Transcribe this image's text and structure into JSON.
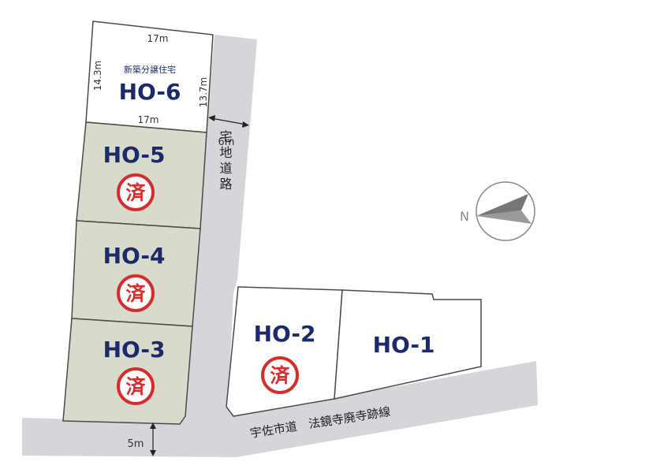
{
  "colors": {
    "road": "#d5d6da",
    "lot_sold_fill": "#d8dacb",
    "lot_available_fill": "#ffffff",
    "lot_border": "#4a4a4a",
    "label": "#1c2a6b",
    "sold_stamp": "#d62c2c",
    "compass": "#888888"
  },
  "lots": {
    "ho6": {
      "label": "HO-6",
      "subtitle": "新築分譲住宅",
      "status": "available"
    },
    "ho5": {
      "label": "HO-5",
      "status": "sold"
    },
    "ho4": {
      "label": "HO-4",
      "status": "sold"
    },
    "ho3": {
      "label": "HO-3",
      "status": "sold"
    },
    "ho2": {
      "label": "HO-2",
      "status": "sold"
    },
    "ho1": {
      "label": "HO-1",
      "status": "available"
    }
  },
  "sold_mark": "済",
  "dimensions": {
    "ho6_top": "17m",
    "ho6_bottom": "17m",
    "ho6_left": "14.3m",
    "ho6_right": "13.7m",
    "private_road_width": "6m",
    "city_road_width": "5m"
  },
  "roads": {
    "private_road": "宅地道路",
    "city_road": "宇佐市道　法鏡寺廃寺跡線"
  },
  "compass": {
    "label": "N",
    "icon": "north-arrow-icon"
  }
}
